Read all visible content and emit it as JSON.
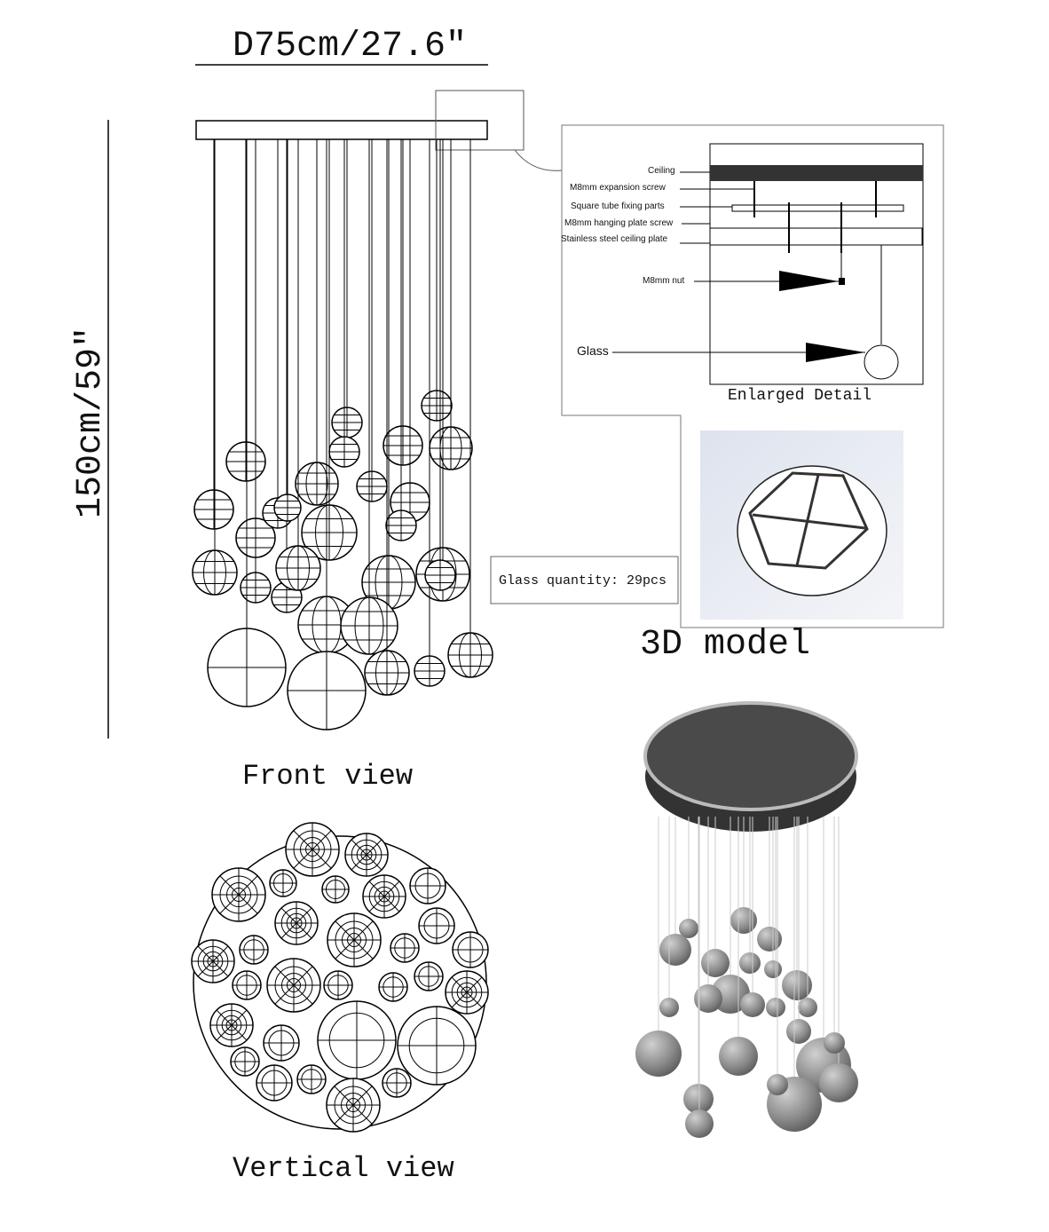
{
  "dimensions": {
    "diameter": "D75cm/27.6″",
    "height": "150cm/59″"
  },
  "views": {
    "front": "Front view",
    "vertical": "Vertical view",
    "model": "3D model"
  },
  "glass_quantity": "Glass quantity: 29pcs",
  "enlarged_detail": {
    "title": "Enlarged Detail",
    "labels": {
      "ceiling": "Ceiling",
      "expansion_screw": "M8mm expansion screw",
      "square_tube": "Square tube fixing parts",
      "hanging_screw": "M8mm hanging plate screw",
      "ceiling_plate": "Stainless steel ceiling plate",
      "nut": "M8mm nut",
      "glass": "Glass"
    }
  }
}
